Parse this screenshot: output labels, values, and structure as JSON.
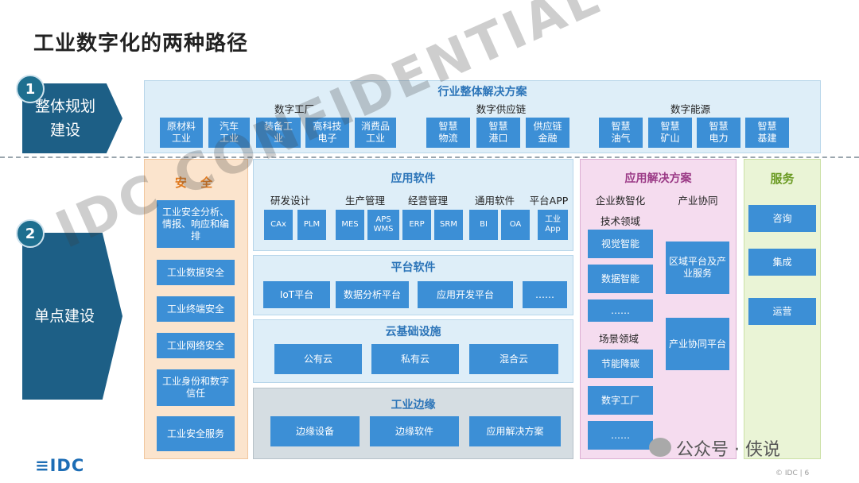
{
  "title": "工业数字化的两种路径",
  "stages": [
    {
      "number": "1",
      "label_line1": "整体规划",
      "label_line2": "建设"
    },
    {
      "number": "2",
      "label": "单点建设"
    }
  ],
  "overall": {
    "header": "行业整体解决方案",
    "groups": [
      "数字工厂",
      "数字供应链",
      "数字能源"
    ],
    "items": [
      [
        "原材料",
        "工业"
      ],
      [
        "汽车",
        "工业"
      ],
      [
        "装备工",
        "业"
      ],
      [
        "高科技",
        "电子"
      ],
      [
        "消费品",
        "工业"
      ],
      [
        "智慧",
        "物流"
      ],
      [
        "智慧",
        "港口"
      ],
      [
        "供应链",
        "金融"
      ],
      [
        "智慧",
        "油气"
      ],
      [
        "智慧",
        "矿山"
      ],
      [
        "智慧",
        "电力"
      ],
      [
        "智慧",
        "基建"
      ]
    ]
  },
  "security": {
    "header": "安 全",
    "items": [
      "工业安全分析、情报、响应和编排",
      "工业数据安全",
      "工业终端安全",
      "工业网络安全",
      "工业身份和数字信任",
      "工业安全服务"
    ]
  },
  "app_software": {
    "header": "应用软件",
    "categories": [
      "研发设计",
      "生产管理",
      "经营管理",
      "通用软件",
      "平台APP"
    ],
    "items": [
      "CAx",
      "PLM",
      "MES",
      "APS WMS",
      "ERP",
      "SRM",
      "BI",
      "OA",
      "工业 App"
    ]
  },
  "platform_software": {
    "header": "平台软件",
    "items": [
      "IoT平台",
      "数据分析平台",
      "应用开发平台",
      "……"
    ]
  },
  "cloud": {
    "header": "云基础设施",
    "items": [
      "公有云",
      "私有云",
      "混合云"
    ]
  },
  "edge": {
    "header": "工业边缘",
    "items": [
      "边缘设备",
      "边缘软件",
      "应用解决方案"
    ]
  },
  "solutions": {
    "header": "应用解决方案",
    "col1_title": "企业数智化",
    "col2_title": "产业协同",
    "tech_title": "技术领域",
    "tech_items": [
      "视觉智能",
      "数据智能",
      "……"
    ],
    "scene_title": "场景领域",
    "scene_items": [
      "节能降碳",
      "数字工厂",
      "……"
    ],
    "col2_items": [
      "区域平台及产业服务",
      "产业协同平台"
    ]
  },
  "services": {
    "header": "服务",
    "items": [
      "咨询",
      "集成",
      "运营"
    ]
  },
  "watermark": "IDC CONFIDENTIAL",
  "logo": "≡IDC",
  "footer_wechat": "公众号 · 侠说",
  "copyright": "© IDC |   6",
  "colors": {
    "box": "#3c8fd6",
    "stage": "#1d5f86",
    "security_bg": "#fbe4cd",
    "solutions_bg": "#f5dcef",
    "services_bg": "#eaf4d6",
    "panel_bg": "#deeef8"
  }
}
